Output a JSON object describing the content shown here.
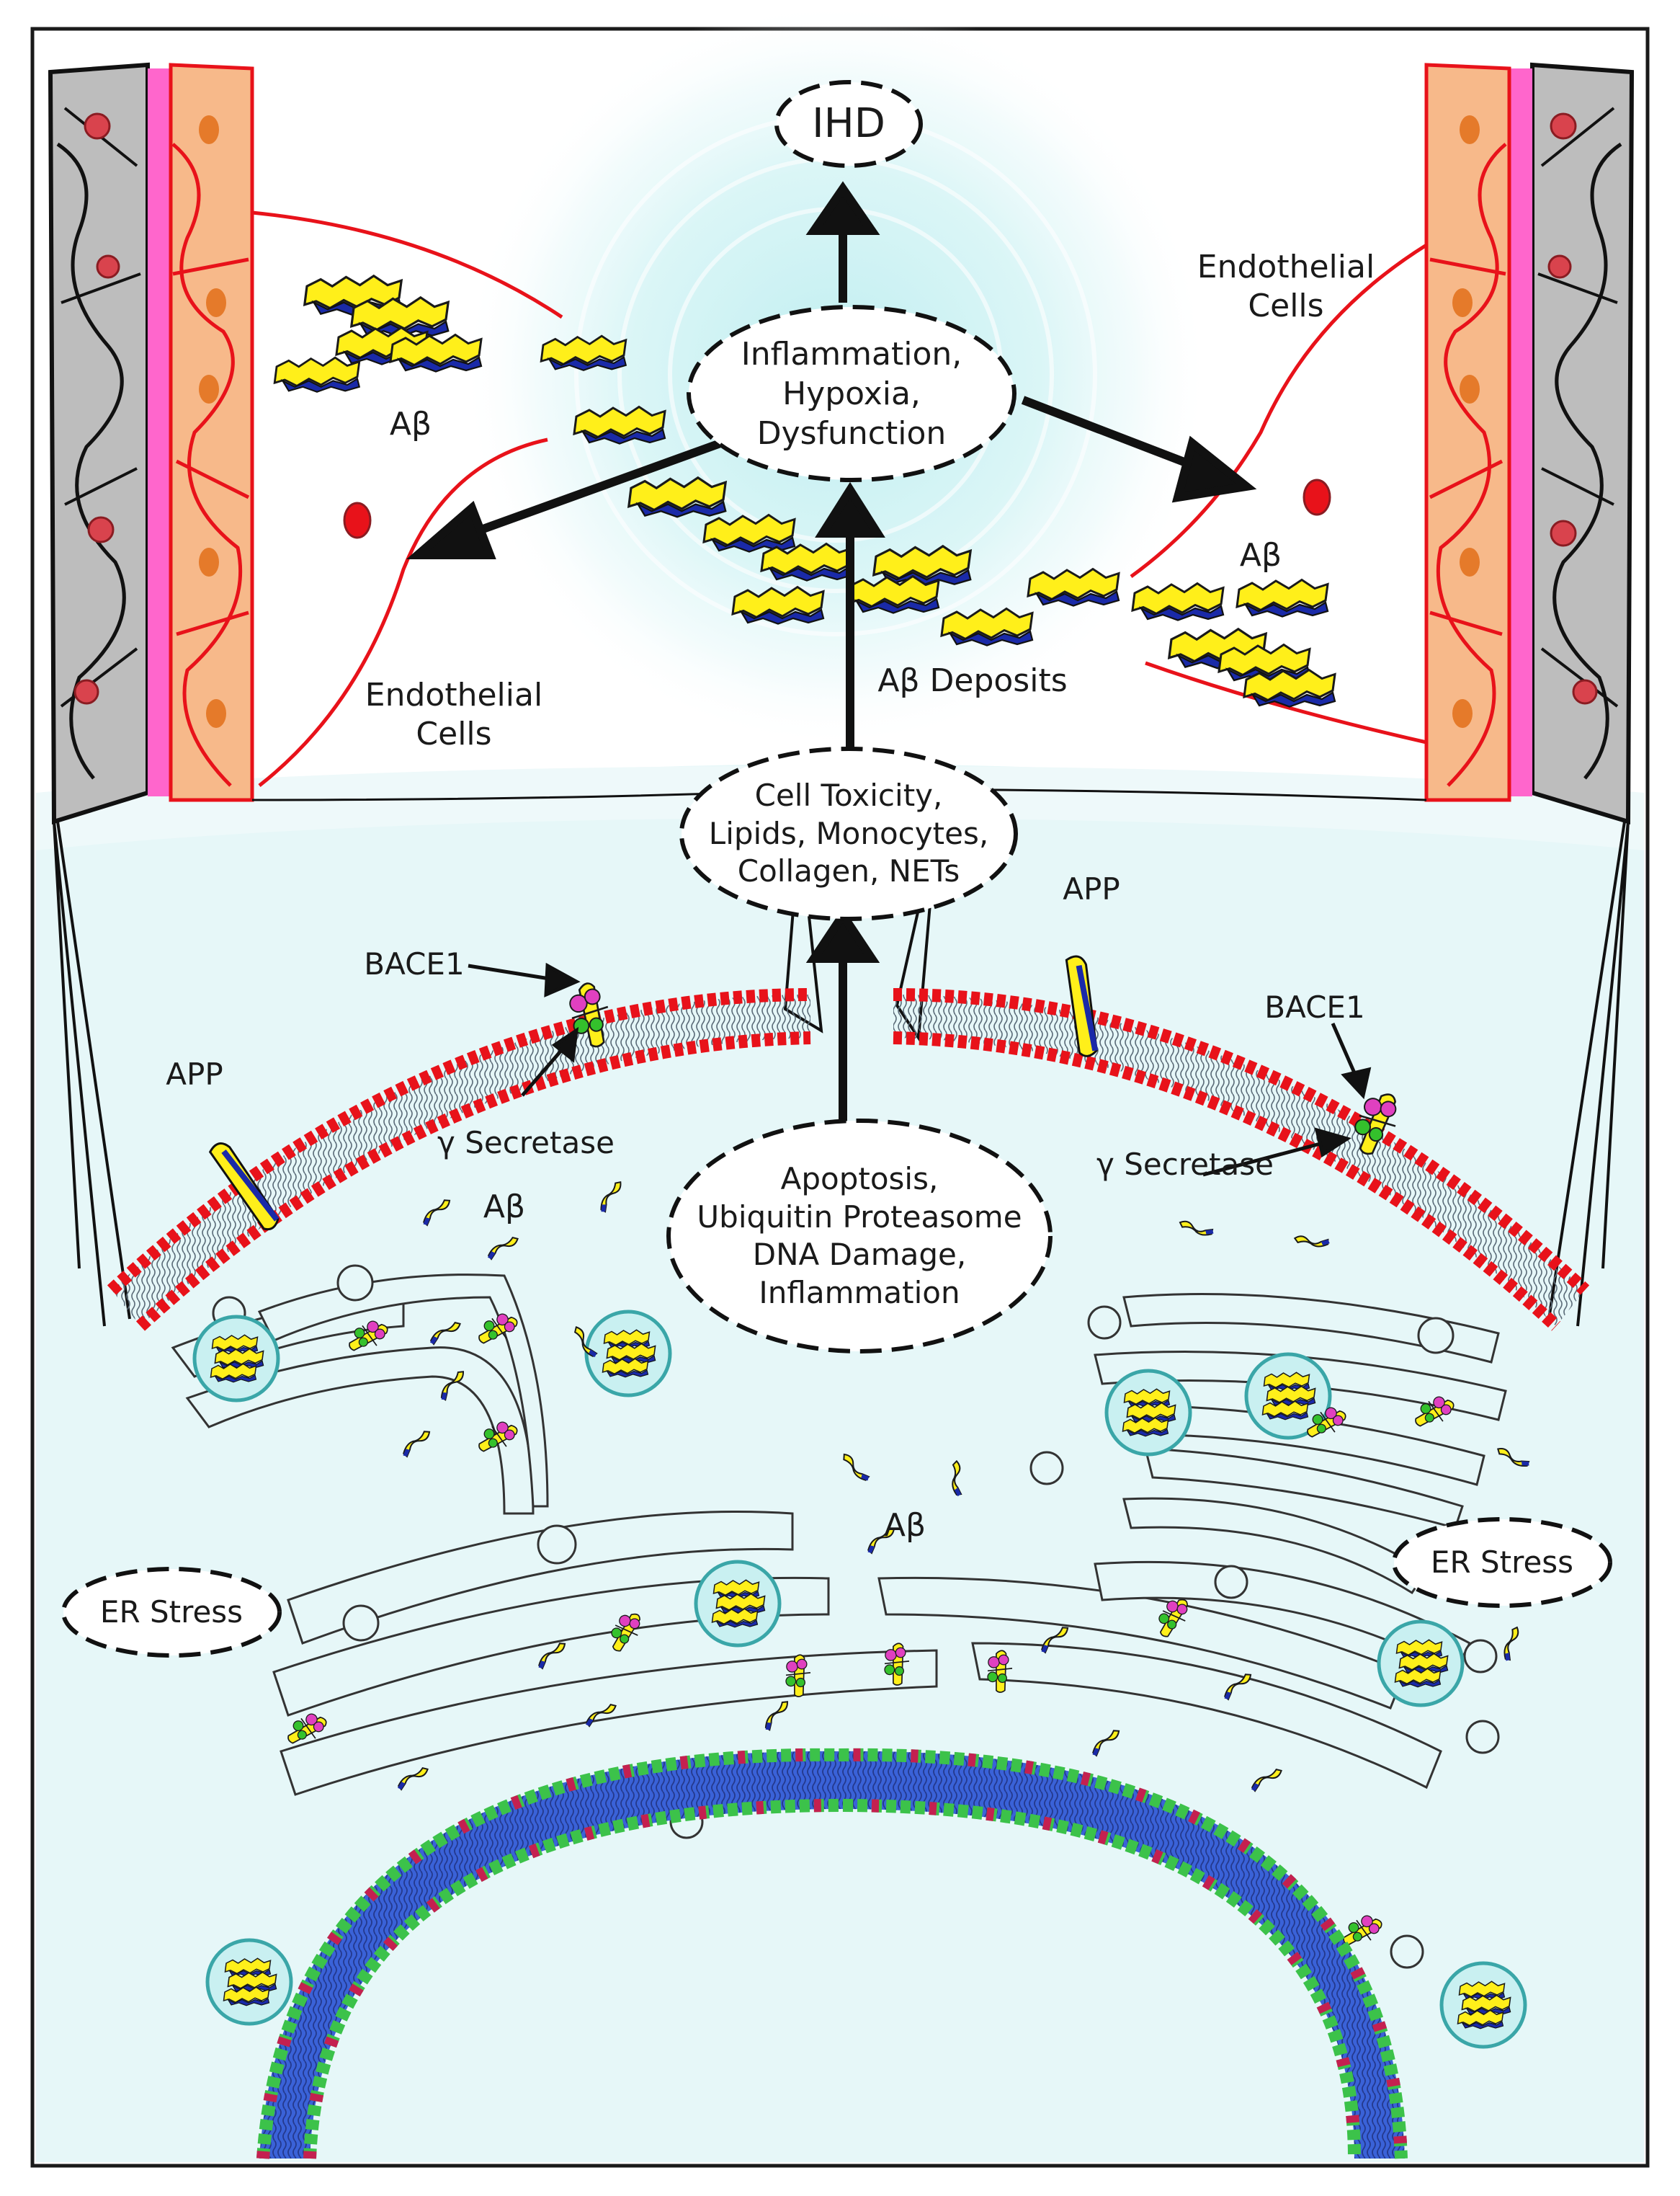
{
  "ovals": {
    "ihd": "IHD",
    "inflammation": [
      "Inflammation,",
      "Hypoxia,",
      "Dysfunction"
    ],
    "cell_toxicity": [
      "Cell Toxicity,",
      "Lipids, Monocytes,",
      "Collagen, NETs"
    ],
    "apoptosis": [
      "Apoptosis,",
      "Ubiquitin Proteasome",
      "DNA Damage,",
      "Inflammation"
    ],
    "er_stress_left": "ER Stress",
    "er_stress_right": "ER Stress"
  },
  "labels": {
    "endothelial_left": [
      "Endothelial",
      "Cells"
    ],
    "endothelial_right": [
      "Endothelial",
      "Cells"
    ],
    "abeta_top_left": "Aβ",
    "abeta_top_right": "Aβ",
    "abeta_deposits": "Aβ Deposits",
    "app_left": "APP",
    "app_right": "APP",
    "bace1_left": "BACE1",
    "bace1_right": "BACE1",
    "gamma_left": "γ Secretase",
    "gamma_right": "γ Secretase",
    "abeta_cell_upper": "Aβ",
    "abeta_cell_center": "Aβ"
  },
  "colors": {
    "vessel_red": "#e8121a",
    "vessel_tissue": "#f7b98a",
    "vessel_gray": "#bdbdbd",
    "vessel_pink": "#ff66cc",
    "glow": "#bfeef0",
    "cell_fill": "#e6f7f8",
    "abeta_yellow": "#ffef1a",
    "abeta_blue": "#1a2aa8",
    "nuclear_blue": "#3a62d8",
    "nuclear_green": "#3cc24a",
    "enzyme_magenta": "#e040c0",
    "enzyme_green": "#34c12c",
    "vesicle_border": "#3aa6a8"
  }
}
